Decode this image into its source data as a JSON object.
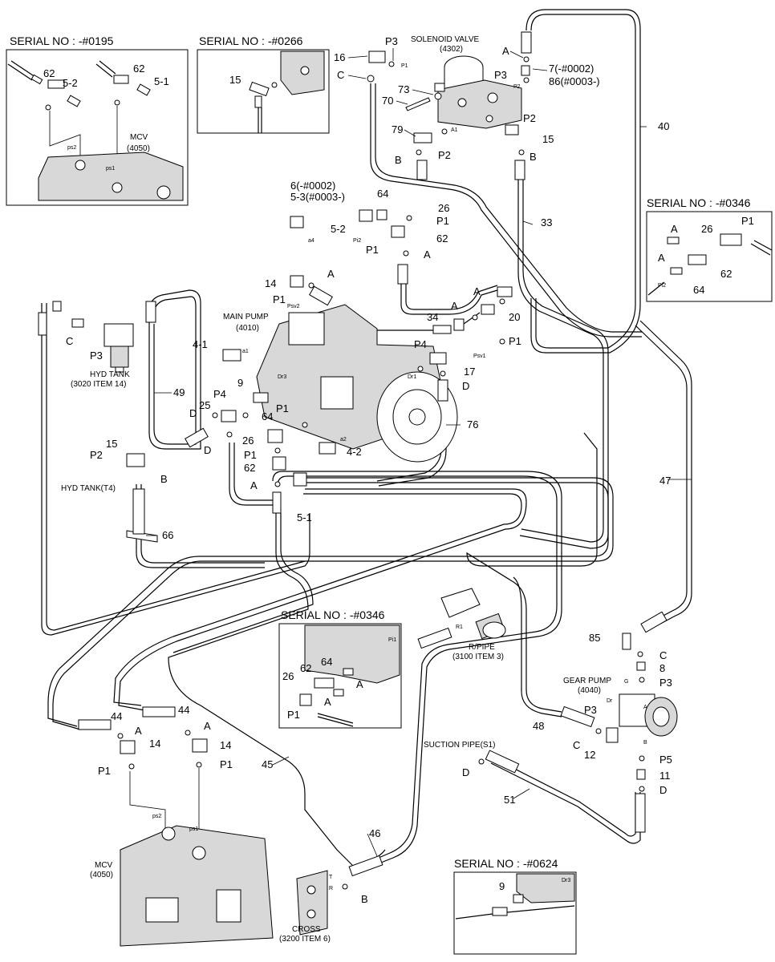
{
  "serial_boxes": [
    {
      "id": "s0195",
      "title": "SERIAL NO : -#0195"
    },
    {
      "id": "s0266",
      "title": "SERIAL NO : -#0266"
    },
    {
      "id": "s0346a",
      "title": "SERIAL NO : -#0346"
    },
    {
      "id": "s0346b",
      "title": "SERIAL NO : -#0346"
    },
    {
      "id": "s0624",
      "title": "SERIAL NO : -#0624"
    }
  ],
  "components": {
    "solenoid_valve": "SOLENOID VALVE",
    "solenoid_valve_ref": "(4302)",
    "main_pump": "MAIN PUMP",
    "main_pump_ref": "(4010)",
    "hyd_tank": "HYD TANK",
    "hyd_tank_ref": "(3020 ITEM 14)",
    "hyd_tank_t4": "HYD TANK(T4)",
    "mcv": "MCV",
    "mcv_ref": "(4050)",
    "r_pipe": "R/PIPE",
    "r_pipe_ref": "(3100 ITEM 3)",
    "gear_pump": "GEAR PUMP",
    "gear_pump_ref": "(4040)",
    "suction_pipe": "SUCTION PIPE(S1)",
    "cross": "CROSS",
    "cross_ref": "(3200 ITEM 6)"
  },
  "callouts": {
    "c16": "16",
    "cP3a": "P3",
    "cP1tiny": "P1",
    "cC1": "C",
    "c73": "73",
    "c70": "70",
    "c79": "79",
    "cP2a": "P2",
    "cB1": "B",
    "cA1": "A",
    "c7": "7(-#0002)",
    "c86": "86(#0003-)",
    "cP3b": "P3",
    "cP2b": "P2",
    "cP2tiny": "P2",
    "c15a": "15",
    "cB2": "B",
    "c40": "40",
    "c6": "6(-#0002)",
    "c53": "5-3(#0003-)",
    "c64a": "64",
    "c26a": "26",
    "c52a": "5-2",
    "cP1a": "P1",
    "c62a": "62",
    "cP1b": "P1",
    "cA2": "A",
    "c33": "33",
    "c14a": "14",
    "cA3": "A",
    "cP1c": "P1",
    "cA4": "A",
    "c34": "34",
    "cA5": "A",
    "c20": "20",
    "cP1d": "P1",
    "cP4a": "P4",
    "c17": "17",
    "cD1": "D",
    "c41": "4-1",
    "c9a": "9",
    "cP4b": "P4",
    "c25": "25",
    "cD2": "D",
    "cP1e": "P1",
    "c64b": "64",
    "c76": "76",
    "c49": "49",
    "cC2": "C",
    "cP3c": "P3",
    "c26b": "26",
    "cP1f": "P1",
    "c62b": "62",
    "cA6": "A",
    "c51": "5-1",
    "c42": "4-2",
    "cD3": "D",
    "c15b": "15",
    "cP2c": "P2",
    "cB3": "B",
    "c66": "66",
    "c47": "47",
    "c62c": "62",
    "c52b": "5-2",
    "c51b": "5-1",
    "c62d": "62",
    "c15c": "15",
    "c26c": "26",
    "cP1g": "P1",
    "cA7": "A",
    "cA8": "A",
    "c62e": "62",
    "c64c": "64",
    "c64d": "64",
    "c62f": "62",
    "c26d": "26",
    "cA9": "A",
    "cP1h": "P1",
    "cA10": "A",
    "c85": "85",
    "cC3": "C",
    "c8": "8",
    "cP3d": "P3",
    "cP3e": "P3",
    "c48": "48",
    "cC4": "C",
    "c12": "12",
    "cP5": "P5",
    "c11": "11",
    "cD4": "D",
    "c44a": "44",
    "c44b": "44",
    "cA11": "A",
    "cA12": "A",
    "c14b": "14",
    "c14c": "14",
    "cP1i": "P1",
    "cP1j": "P1",
    "c45": "45",
    "c46": "46",
    "cB4": "B",
    "cD5": "D",
    "c51s": "51",
    "c9b": "9"
  },
  "tiny_ports": {
    "ps2": "ps2",
    "ps1": "ps1",
    "a4": "a4",
    "pi2": "Pi2",
    "psv2": "Psv2",
    "a1": "a1",
    "dr3": "Dr3",
    "dr1": "Dr1",
    "psv1": "Psv1",
    "a2": "a2",
    "a1sv": "A1",
    "r1": "R1",
    "dr": "Dr",
    "g": "G",
    "aa": "A",
    "bb": "B",
    "t": "T",
    "r": "R",
    "pi2b": "Pi2",
    "pi1": "Pi1"
  }
}
